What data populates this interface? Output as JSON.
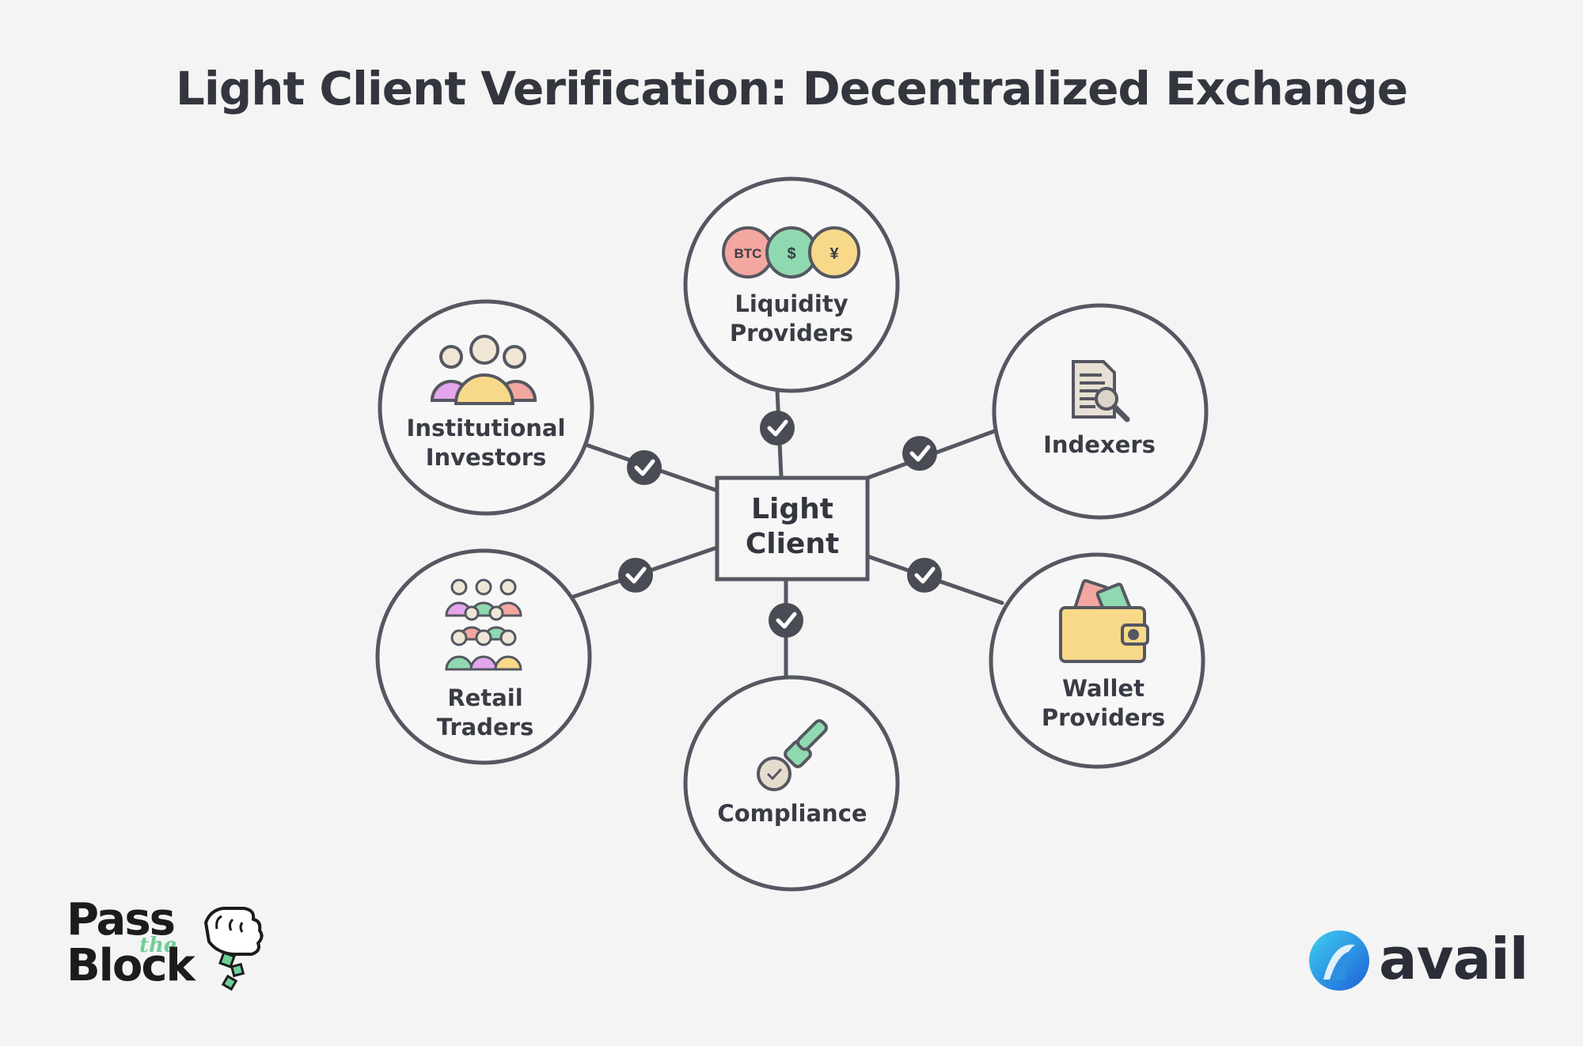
{
  "title": "Light Client Verification: Decentralized Exchange",
  "hub": {
    "line1": "Light",
    "line2": "Client"
  },
  "nodes": {
    "liquidity": {
      "line1": "Liquidity",
      "line2": "Providers",
      "coins": [
        "BTC",
        "$",
        "¥"
      ]
    },
    "institutional": {
      "line1": "Institutional",
      "line2": "Investors"
    },
    "indexers": {
      "line1": "Indexers"
    },
    "retail": {
      "line1": "Retail",
      "line2": "Traders"
    },
    "wallet": {
      "line1": "Wallet",
      "line2": "Providers"
    },
    "compliance": {
      "line1": "Compliance"
    }
  },
  "logos": {
    "pass_the_block": {
      "word1": "Pass",
      "word2": "the",
      "word3": "Block"
    },
    "avail": {
      "word": "avail"
    }
  },
  "colors": {
    "background": "#f4f4f4",
    "stroke": "#555761",
    "check_badge": "#4a4c55",
    "pink": "#f4a6a0",
    "green": "#8fd9b0",
    "yellow": "#f8d98a",
    "purple": "#e3a6ec",
    "avail_blue": "#2d8fe0"
  }
}
